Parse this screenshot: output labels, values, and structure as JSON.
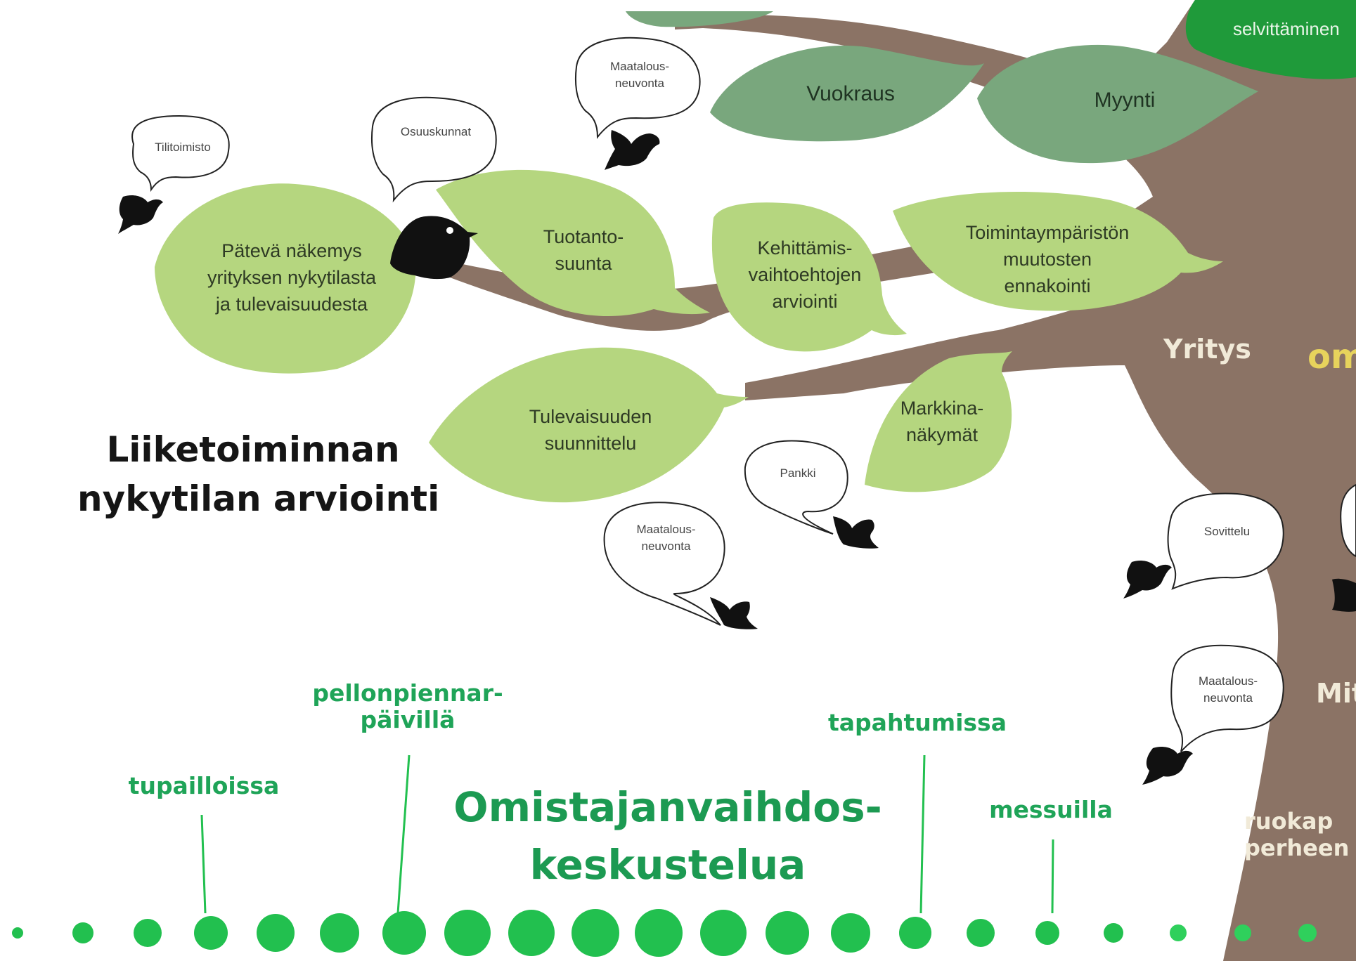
{
  "heading": [
    "Liiketoiminnan",
    "nykytilan arviointi"
  ],
  "top_right_fragment": "selvittäminen",
  "dark_leaves": {
    "vuokraus": "Vuokraus",
    "myynti": "Myynti"
  },
  "leaves": {
    "pateva": [
      "Pätevä näkemys",
      "yrityksen nykytilasta",
      "ja tulevaisuudesta"
    ],
    "tuotanto": [
      "Tuotanto-",
      "suunta"
    ],
    "kehittamis": [
      "Kehittämis-",
      "vaihtoehtojen",
      "arviointi"
    ],
    "toiminta": [
      "Toimintaympäristön",
      "muutosten",
      "ennakointi"
    ],
    "tulevaisuus": [
      "Tulevaisuuden",
      "suunnittelu"
    ],
    "markkina": [
      "Markkina-",
      "näkymät"
    ]
  },
  "bubbles": {
    "tilitoimisto": [
      "Tilitoimisto"
    ],
    "osuuskunnat": [
      "Osuuskunnat"
    ],
    "maatalous_top": [
      "Maatalous-",
      "neuvonta"
    ],
    "pankki": [
      "Pankki"
    ],
    "maatalous_mid": [
      "Maatalous-",
      "neuvonta"
    ],
    "sovittelu": [
      "Sovittelu"
    ],
    "maatalous_right": [
      "Maatalous-",
      "neuvonta"
    ]
  },
  "trunk": {
    "yritys": "Yritys",
    "om": "om",
    "mit": "Mit",
    "ruokap": [
      "ruokap",
      "perheen"
    ]
  },
  "places": {
    "tupailloissa": "tupailloissa",
    "pellonpiennar": [
      "pellonpiennar-",
      "päivillä"
    ],
    "tapahtumissa": "tapahtumissa",
    "messuilla": "messuilla"
  },
  "center_title": [
    "Omistajanvaihdos-",
    "keskustelua"
  ],
  "colors": {
    "trunk": "#8b7365",
    "light_leaf": "#b5d67f",
    "dark_leaf": "#79a77d",
    "deep_green": "#1f9a3a",
    "dot_green": "#22c04f",
    "text_green": "#1fa458",
    "bird": "#111111"
  }
}
